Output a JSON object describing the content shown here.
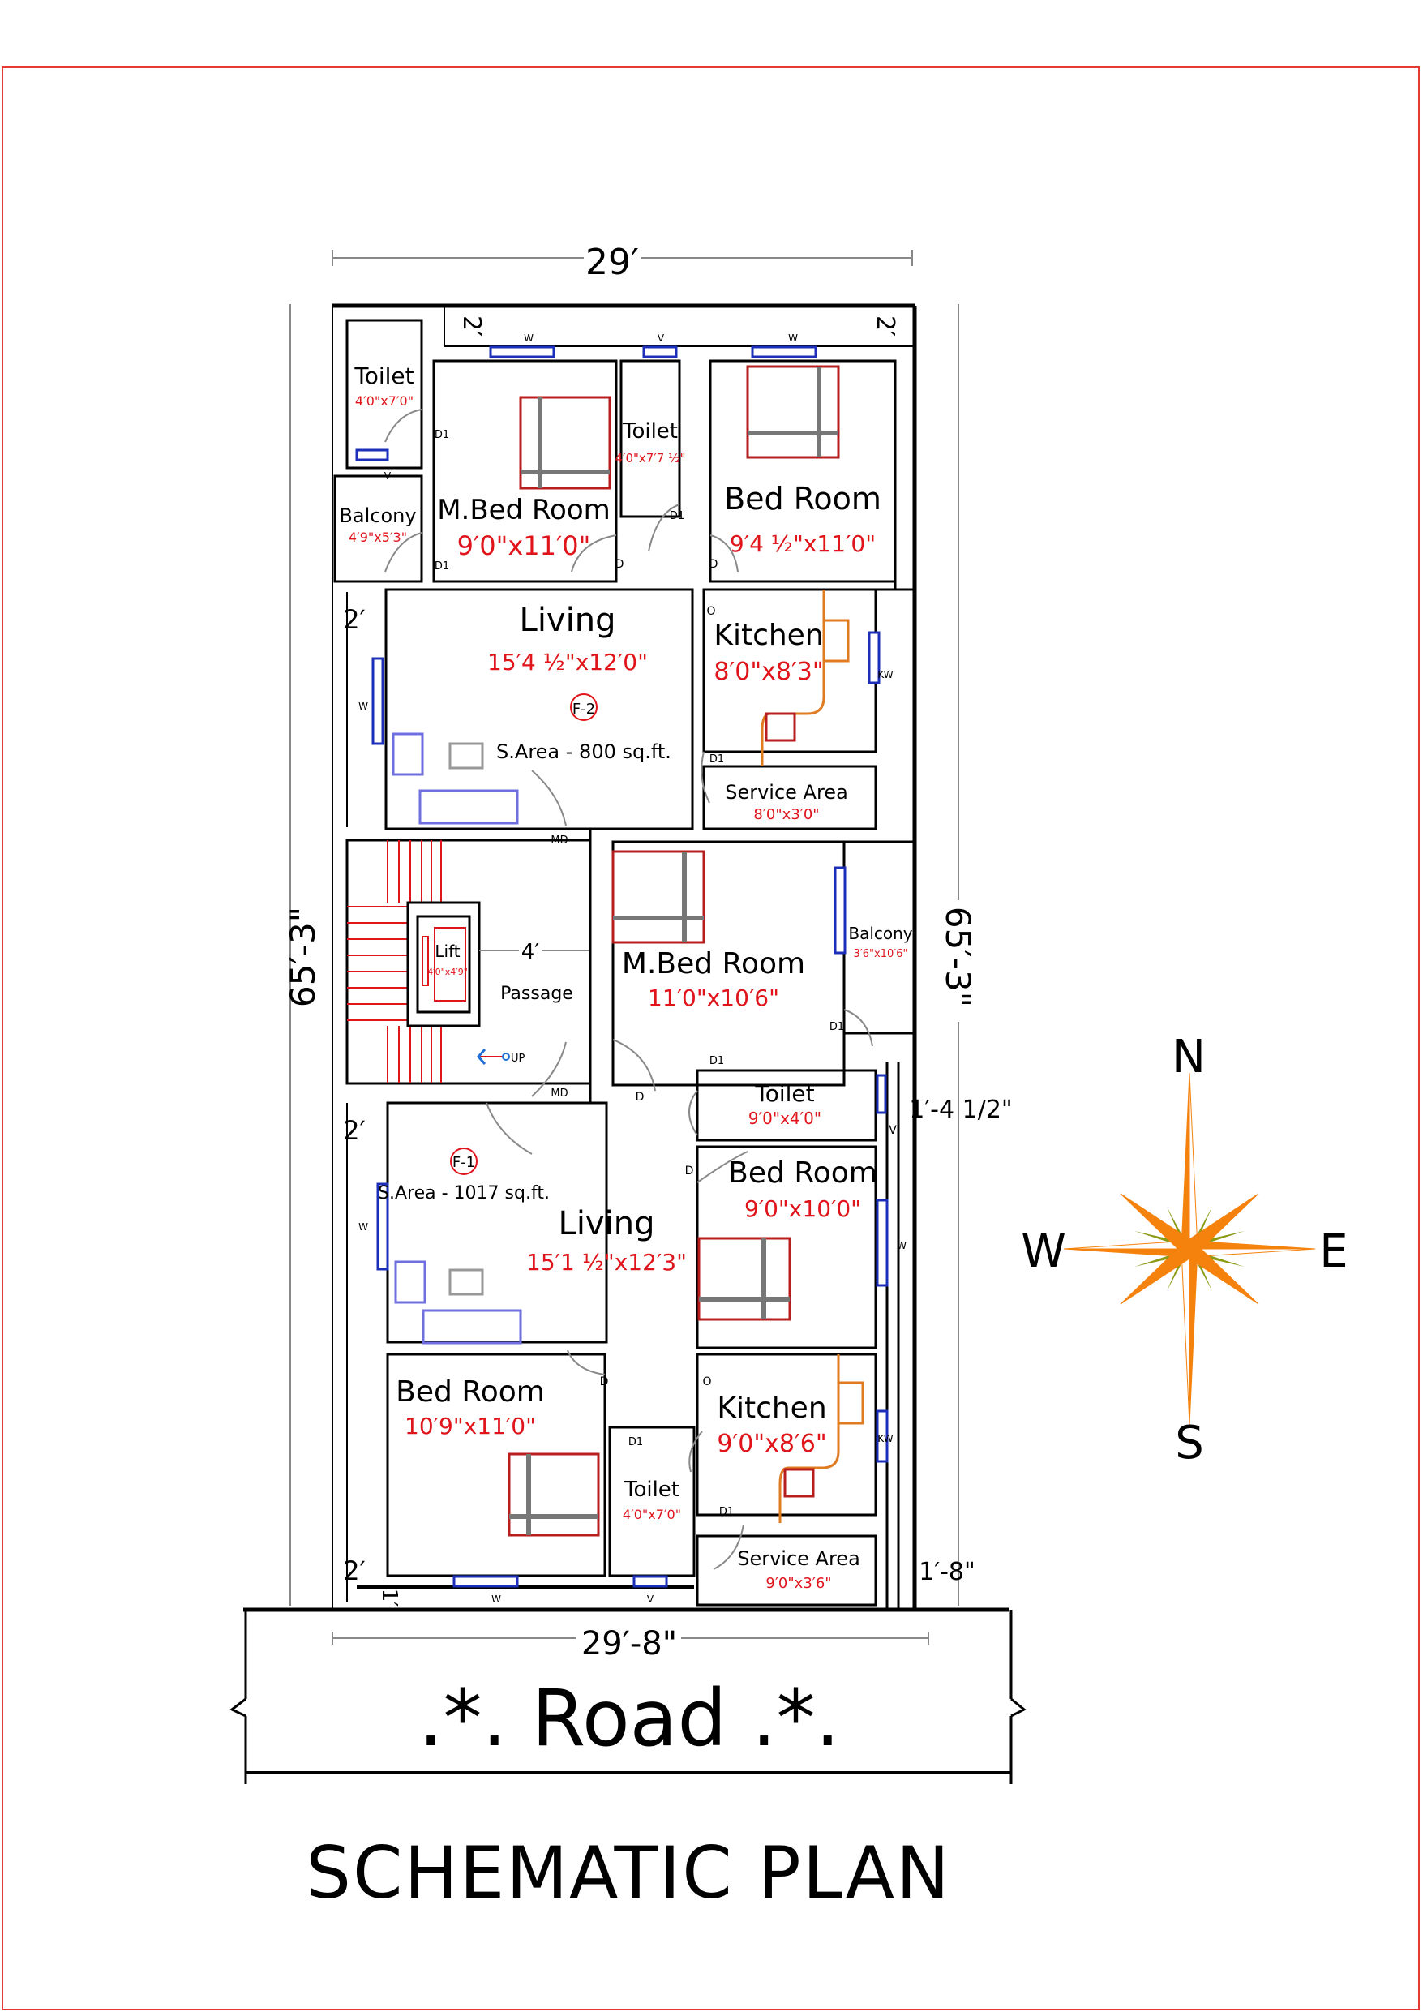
{
  "title": "SCHEMATIC PLAN",
  "road_label": ".*. Road .*.",
  "dimensions": {
    "top_width": "29′",
    "bottom_width": "29′-8\"",
    "left_depth": "65′-3\"",
    "right_depth": "65′-3\"",
    "setback_top_left": "2′",
    "setback_top_right": "2′",
    "setback_left_upper": "2′",
    "setback_left_mid": "2′",
    "setback_left_lower": "2′",
    "setback_front": "1′",
    "setback_right_mid": "1′-4 1/2\"",
    "setback_right_lower": "1′-8\"",
    "passage_width": "4′"
  },
  "flat_f2": {
    "tag": "F-2",
    "area": "S.Area - 800 sq.ft.",
    "rooms": {
      "toilet_a": {
        "name": "Toilet",
        "size": "4′0\"x7′0\""
      },
      "balcony": {
        "name": "Balcony",
        "size": "4′9\"x5′3\""
      },
      "mbed": {
        "name": "M.Bed Room",
        "size": "9′0\"x11′0\""
      },
      "toilet_b": {
        "name": "Toilet",
        "size": "4′0\"x7′7 ½\""
      },
      "bed": {
        "name": "Bed Room",
        "size": "9′4 ½\"x11′0\""
      },
      "living": {
        "name": "Living",
        "size": "15′4 ½\"x12′0\""
      },
      "kitchen": {
        "name": "Kitchen",
        "size": "8′0\"x8′3\""
      },
      "service": {
        "name": "Service Area",
        "size": "8′0\"x3′0\""
      }
    }
  },
  "core": {
    "lift": {
      "name": "Lift",
      "size": "4′0\"x4′9\""
    },
    "passage": "Passage",
    "stair_up": "UP"
  },
  "flat_f1": {
    "tag": "F-1",
    "area": "S.Area - 1017 sq.ft.",
    "rooms": {
      "mbed": {
        "name": "M.Bed Room",
        "size": "11′0\"x10′6\""
      },
      "balcony": {
        "name": "Balcony",
        "size": "3′6\"x10′6\""
      },
      "toilet_a": {
        "name": "Toilet",
        "size": "9′0\"x4′0\""
      },
      "bed_a": {
        "name": "Bed Room",
        "size": "9′0\"x10′0\""
      },
      "living": {
        "name": "Living",
        "size": "15′1 ½\"x12′3\""
      },
      "bed_b": {
        "name": "Bed Room",
        "size": "10′9\"x11′0\""
      },
      "toilet_b": {
        "name": "Toilet",
        "size": "4′0\"x7′0\""
      },
      "kitchen": {
        "name": "Kitchen",
        "size": "9′0\"x8′6\""
      },
      "service": {
        "name": "Service Area",
        "size": "9′0\"x3′6\""
      }
    }
  },
  "openings": {
    "window": "W",
    "ventilator": "V",
    "door": "D",
    "door_small": "D1",
    "main_door": "MD",
    "opening": "O",
    "kitchen_window": "KW"
  },
  "compass": {
    "n": "N",
    "s": "S",
    "e": "E",
    "w": "W"
  },
  "colors": {
    "wall": "#000000",
    "label_red": "#e0141b",
    "compass_orange": "#f5820d",
    "compass_green": "#8a9a12",
    "window_blue": "#1c2fb8",
    "door_yellow": "#e8c31a",
    "frame_red": "#e53935"
  }
}
